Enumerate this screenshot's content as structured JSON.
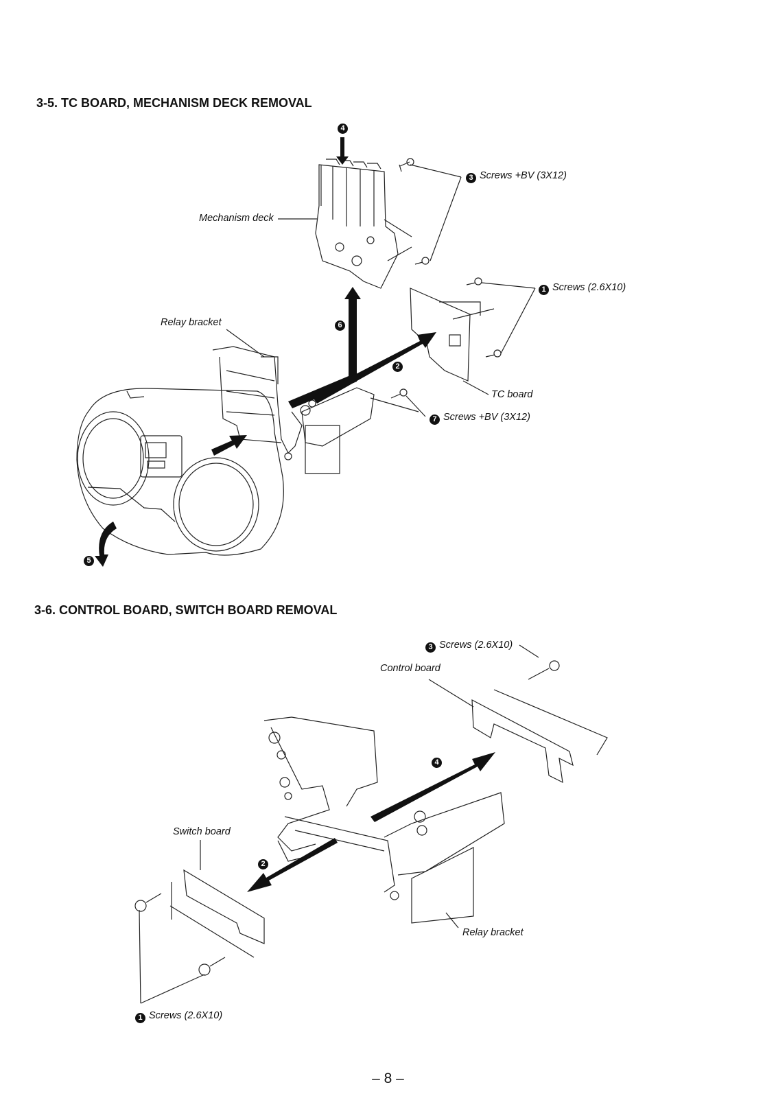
{
  "sections": [
    {
      "heading": "3-5. TC BOARD, MECHANISM DECK REMOVAL",
      "labels": {
        "mechanism_deck": "Mechanism deck",
        "relay_bracket": "Relay bracket",
        "tc_board": "TC board",
        "screws_1": "Screws (2.6X10)",
        "screws_3": "Screws +BV (3X12)",
        "screws_7": "Screws +BV (3X12)"
      },
      "steps": {
        "s1": "1",
        "s2": "2",
        "s3": "3",
        "s4": "4",
        "s5": "5",
        "s6": "6",
        "s7": "7"
      }
    },
    {
      "heading": "3-6. CONTROL BOARD, SWITCH BOARD REMOVAL",
      "labels": {
        "control_board": "Control board",
        "switch_board": "Switch board",
        "relay_bracket": "Relay bracket",
        "screws_1": "Screws (2.6X10)",
        "screws_3": "Screws (2.6X10)"
      },
      "steps": {
        "s1": "1",
        "s2": "2",
        "s3": "3",
        "s4": "4"
      }
    }
  ],
  "page_number": "– 8 –"
}
